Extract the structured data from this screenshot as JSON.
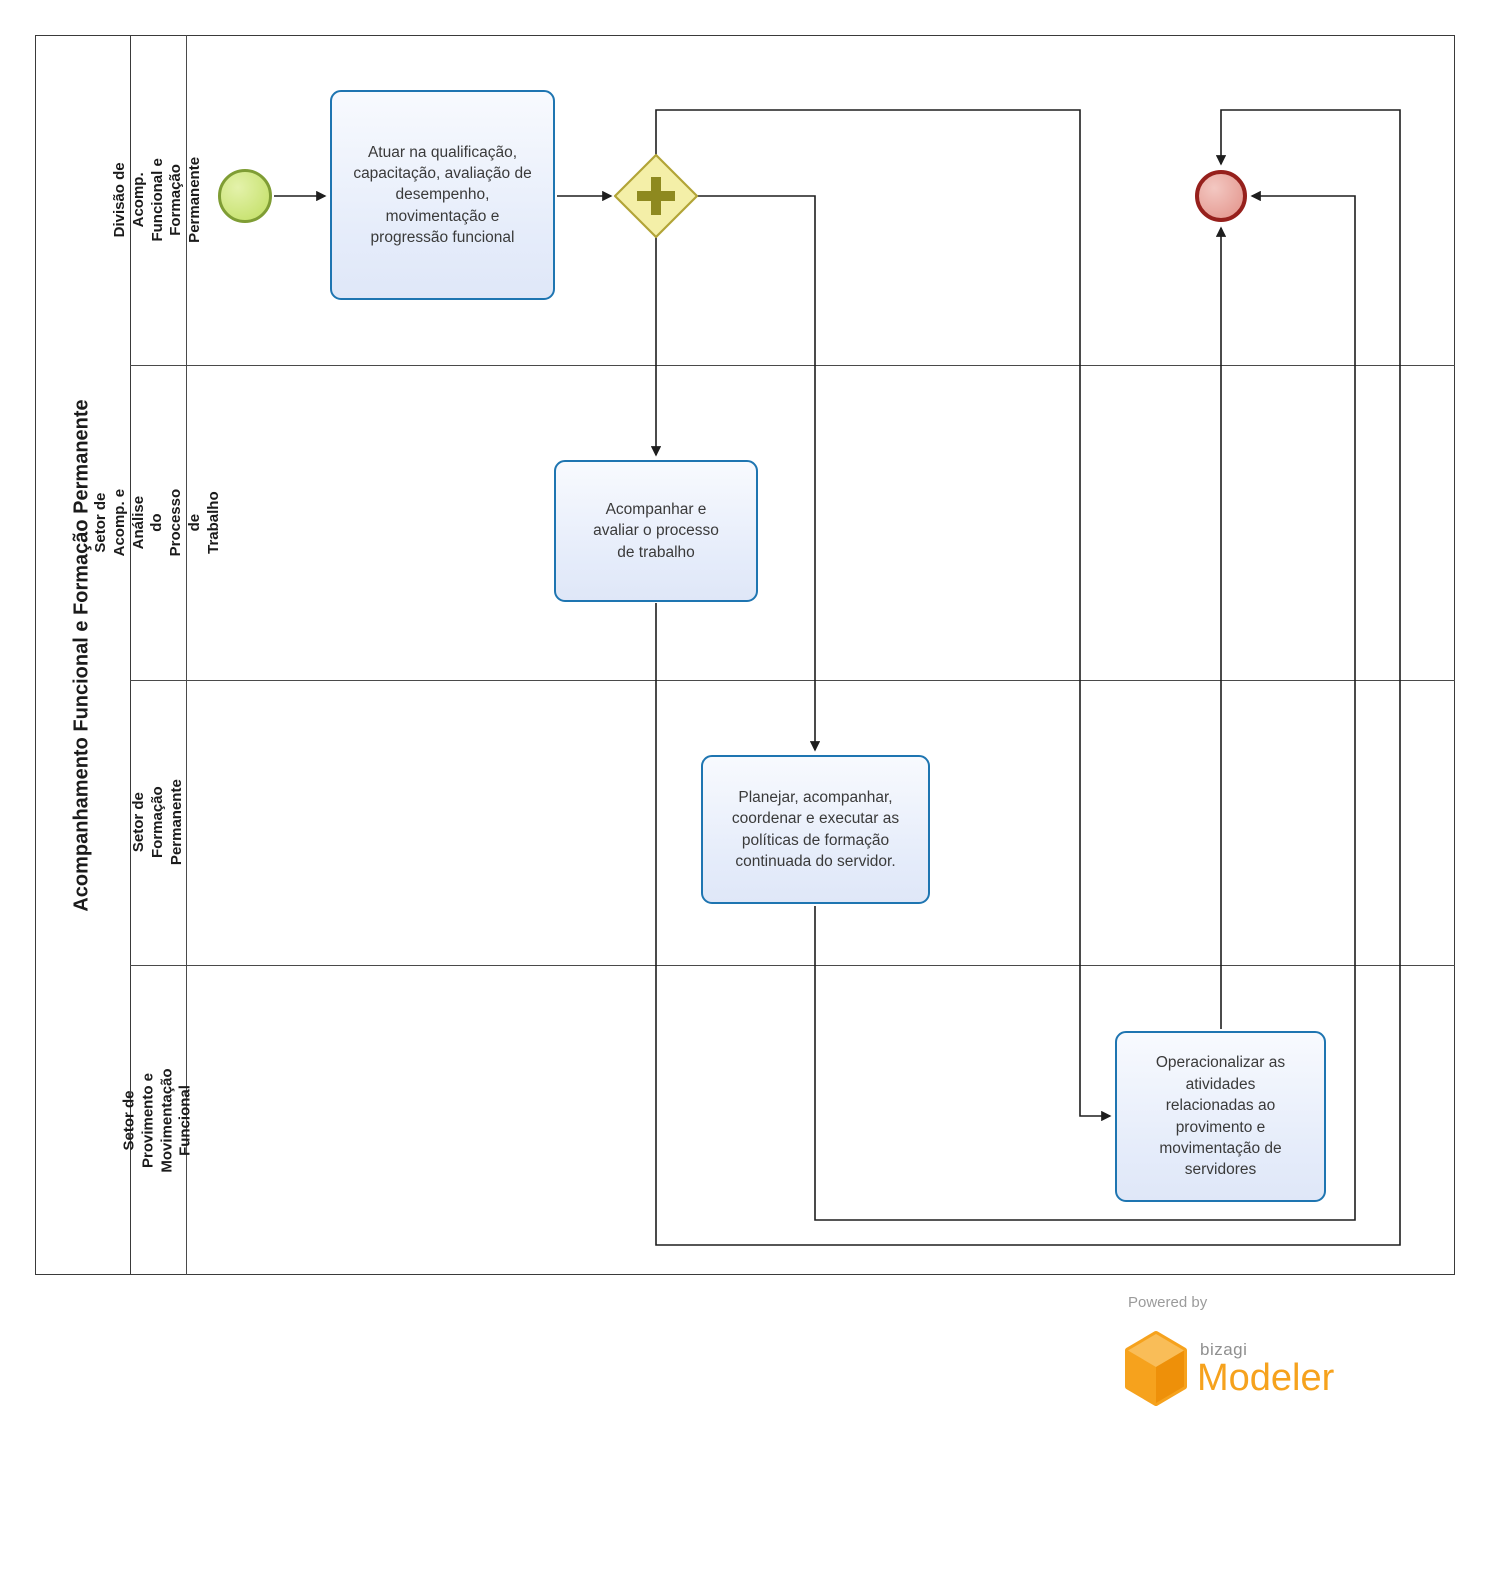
{
  "pool": {
    "title": "Acompanhamento Funcional e Formação Permanente",
    "lanes": [
      {
        "label": "Divisão de Acomp. Funcional e Formação Permanente"
      },
      {
        "label": "Setor de Acomp. e Análise do Processo de Trabalho"
      },
      {
        "label": "Setor de Formação Permanente"
      },
      {
        "label": "Setor de Provimento e Movimentação Funcional"
      }
    ]
  },
  "nodes": {
    "start_event": {
      "icon": "start-event-circle"
    },
    "parallel_gateway": {
      "icon": "parallel-gateway-plus"
    },
    "end_event": {
      "icon": "end-event-circle"
    },
    "tasks": [
      {
        "label": "Atuar na qualificação, capacitação, avaliação de desempenho, movimentação e progressão funcional"
      },
      {
        "label": "Acompanhar e avaliar o processo de trabalho"
      },
      {
        "label": "Planejar, acompanhar, coordenar e executar as políticas de formação continuada do servidor."
      },
      {
        "label": "Operacionalizar as atividades relacionadas ao provimento e movimentação de servidores"
      }
    ]
  },
  "branding": {
    "powered_by": "Powered by",
    "brand": "bizagi",
    "product": "Modeler"
  },
  "colors": {
    "task_fill": "#e7edfb",
    "task_border": "#1e75b1",
    "start_fill": "#cbe477",
    "start_border": "#7f9d34",
    "gateway_fill": "#f4efa8",
    "gateway_border": "#b2a437",
    "gateway_plus": "#8e891f",
    "end_fill": "#e7a199",
    "end_border": "#96201c",
    "connector": "#1e1e1e",
    "brand_orange": "#f6a21d"
  }
}
